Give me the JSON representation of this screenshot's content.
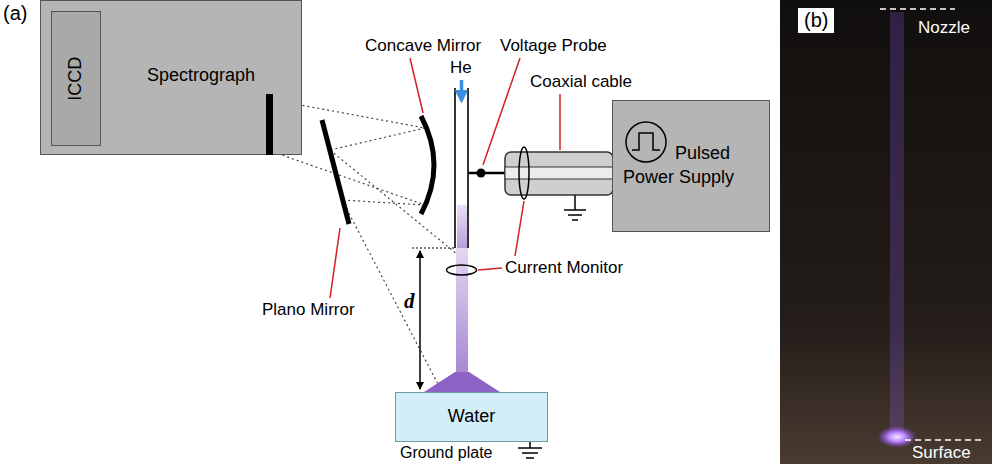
{
  "diagram": {
    "nodes": [
      {
        "text": [
          "Spectrograph"
        ]
      },
      {
        "text": [
          "ICCD"
        ],
        "in": 0
      },
      {
        "text": [
          "Pulsed Power Supply"
        ]
      },
      {
        "text": [
          "Water"
        ]
      }
    ],
    "labels": [
      "(a)",
      "Concave Mirror",
      "He",
      "Voltage Probe",
      "Coaxial cable",
      "Current Monitor",
      "Plano Mirror",
      "d",
      "Ground plate",
      "(b)",
      "Nozzle",
      "Surface"
    ]
  }
}
